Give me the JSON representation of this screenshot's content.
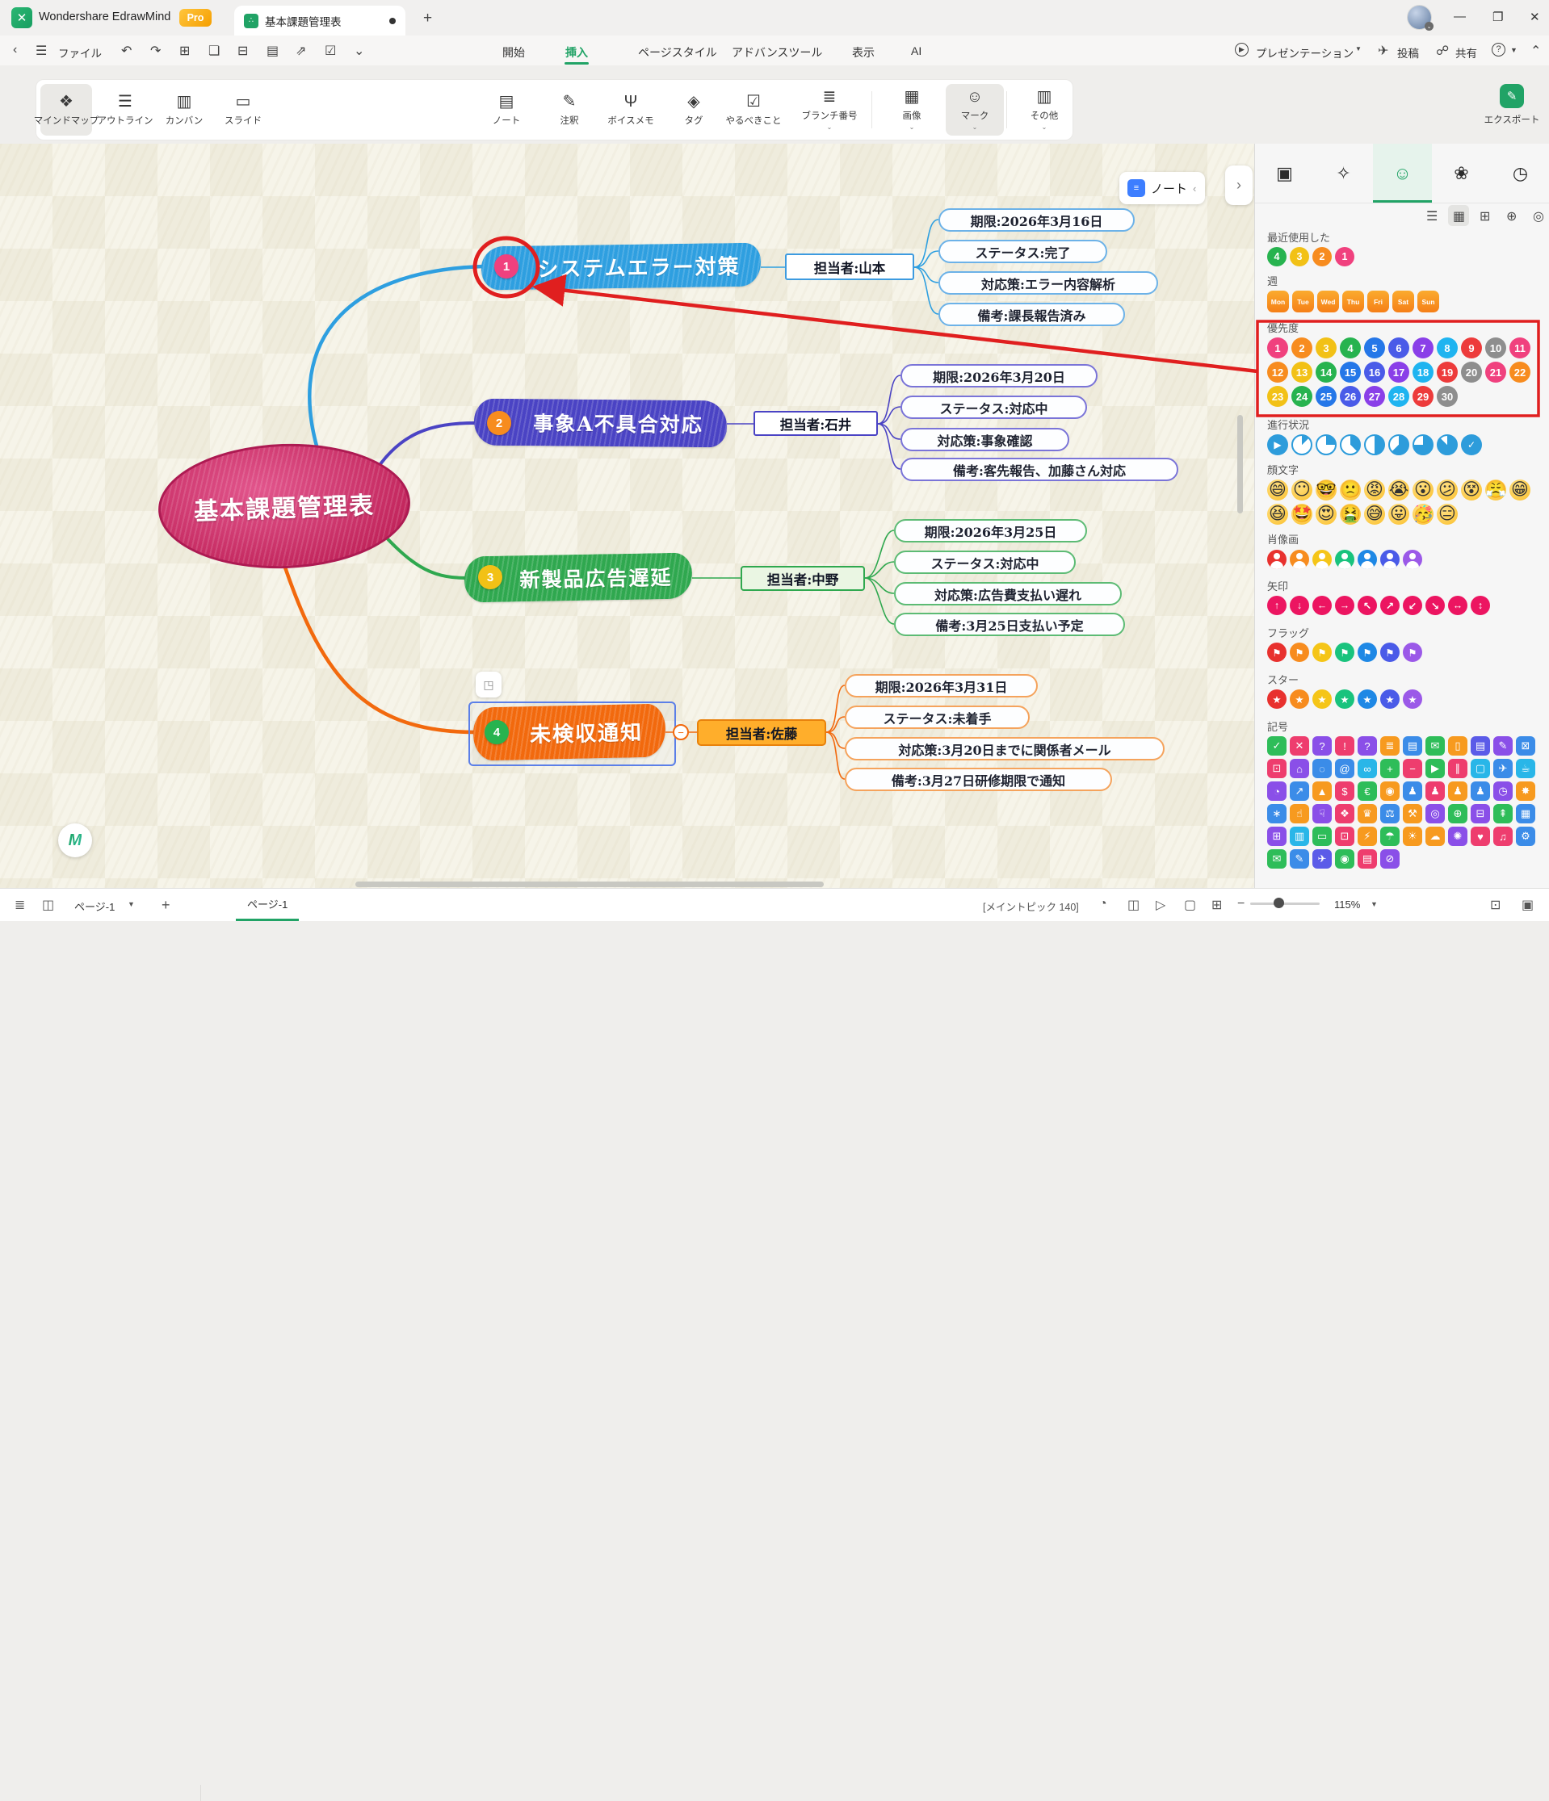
{
  "titlebar": {
    "app_name": "Wondershare EdrawMind",
    "pro_badge": "Pro",
    "doc_tab": "基本課題管理表",
    "new_tab": "+",
    "minimize": "—",
    "maximize": "❐",
    "close": "✕"
  },
  "menubar": {
    "back": "‹",
    "hamburger": "☰",
    "file_label": "ファイル",
    "quick_icons": [
      {
        "name": "undo-icon",
        "glyph": "↶"
      },
      {
        "name": "redo-icon",
        "glyph": "↷"
      },
      {
        "name": "new-icon",
        "glyph": "⊞"
      },
      {
        "name": "open-icon",
        "glyph": "❏"
      },
      {
        "name": "save-icon",
        "glyph": "⊟"
      },
      {
        "name": "print-icon",
        "glyph": "▤"
      },
      {
        "name": "export-icon",
        "glyph": "⇗"
      },
      {
        "name": "import-icon",
        "glyph": "☑"
      },
      {
        "name": "more-icon",
        "glyph": "⌄"
      }
    ],
    "menus": [
      "開始",
      "挿入",
      "ページスタイル",
      "アドバンスツール",
      "表示",
      "AI"
    ],
    "active_menu": "挿入",
    "presentation_label": "プレゼンテーション",
    "post_label": "投稿",
    "share_label": "共有",
    "help_label": "?"
  },
  "toolbar": {
    "modes": [
      {
        "label": "マインドマップ",
        "icon": "❖",
        "active": true
      },
      {
        "label": "アウトライン",
        "icon": "☰",
        "active": false
      },
      {
        "label": "カンバン",
        "icon": "▥",
        "active": false
      },
      {
        "label": "スライド",
        "icon": "▭",
        "active": false
      }
    ],
    "tools": [
      {
        "label": "ノート",
        "icon": "▤",
        "caret": false,
        "active": false
      },
      {
        "label": "注釈",
        "icon": "✎",
        "caret": false,
        "active": false
      },
      {
        "label": "ボイスメモ",
        "icon": "Ψ",
        "caret": false,
        "active": false
      },
      {
        "label": "タグ",
        "icon": "◈",
        "caret": false,
        "active": false
      },
      {
        "label": "やるべきこと",
        "icon": "☑",
        "caret": false,
        "active": false
      },
      {
        "label": "ブランチ番号",
        "icon": "≣",
        "caret": true,
        "active": false
      },
      {
        "label": "画像",
        "icon": "▦",
        "caret": true,
        "active": false
      },
      {
        "label": "マーク",
        "icon": "☺",
        "caret": true,
        "active": true
      },
      {
        "label": "その他",
        "icon": "▥",
        "caret": true,
        "active": false
      }
    ],
    "export_label": "エクスポート"
  },
  "canvas": {
    "note_button": "ノート",
    "expand_chevron": "›",
    "collapse_glyph": "◳",
    "central_topic": "基本課題管理表",
    "branches": [
      {
        "number": "1",
        "badge_color": "#F0417E",
        "topic": "システムエラー対策",
        "color": "#2E9FE0",
        "owner": "担当者:山本",
        "details": [
          "期限:2026年3月16日",
          "ステータス:完了",
          "対応策:エラー内容解析",
          "備考:課長報告済み"
        ]
      },
      {
        "number": "2",
        "badge_color": "#F78C1F",
        "topic": "事象A不具合対応",
        "color": "#4A43C4",
        "owner": "担当者:石井",
        "details": [
          "期限:2026年3月20日",
          "ステータス:対応中",
          "対応策:事象確認",
          "備考:客先報告、加藤さん対応"
        ]
      },
      {
        "number": "3",
        "badge_color": "#F2C116",
        "topic": "新製品広告遅延",
        "color": "#2FA84F",
        "owner": "担当者:中野",
        "details": [
          "期限:2026年3月25日",
          "ステータス:対応中",
          "対応策:広告費支払い遅れ",
          "備考:3月25日支払い予定"
        ]
      },
      {
        "number": "4",
        "badge_color": "#27B34F",
        "topic": "未検収通知",
        "color": "#F2690D",
        "owner": "担当者:佐藤",
        "details": [
          "期限:2026年3月31日",
          "ステータス:未着手",
          "対応策:3月20日までに関係者メール",
          "備考:3月27日研修期限で通知"
        ]
      }
    ]
  },
  "panel": {
    "tabs": [
      {
        "name": "shape-style-tab",
        "glyph": "▣",
        "active": false
      },
      {
        "name": "ai-tab",
        "glyph": "✧",
        "active": false
      },
      {
        "name": "mark-tab",
        "glyph": "☺",
        "active": true
      },
      {
        "name": "sticker-tab",
        "glyph": "❀",
        "active": false
      },
      {
        "name": "history-tab",
        "glyph": "◷",
        "active": false
      }
    ],
    "view_icons": [
      {
        "name": "list-view-icon",
        "glyph": "☰",
        "chip": false
      },
      {
        "name": "grid-view-icon",
        "glyph": "▦",
        "chip": true
      },
      {
        "name": "add-group-icon",
        "glyph": "⊞",
        "chip": false
      },
      {
        "name": "add-mark-icon",
        "glyph": "⊕",
        "chip": false
      },
      {
        "name": "manage-marks-icon",
        "glyph": "◎",
        "chip": false
      }
    ],
    "recent": {
      "label": "最近使用した",
      "items": [
        {
          "n": "4",
          "c": "#27B34F"
        },
        {
          "n": "3",
          "c": "#F2C116"
        },
        {
          "n": "2",
          "c": "#F78C1F"
        },
        {
          "n": "1",
          "c": "#F0417E"
        }
      ]
    },
    "week": {
      "label": "週",
      "days": [
        "Mon",
        "Tue",
        "Wed",
        "Thu",
        "Fri",
        "Sat",
        "Sun"
      ]
    },
    "priority": {
      "label": "優先度",
      "items": [
        {
          "n": "1",
          "c": "#F0417E"
        },
        {
          "n": "2",
          "c": "#F78C1F"
        },
        {
          "n": "3",
          "c": "#F2C116"
        },
        {
          "n": "4",
          "c": "#27B34F"
        },
        {
          "n": "5",
          "c": "#2577E8"
        },
        {
          "n": "6",
          "c": "#4A5BE8"
        },
        {
          "n": "7",
          "c": "#8A3FE8"
        },
        {
          "n": "8",
          "c": "#1FB4F0"
        },
        {
          "n": "9",
          "c": "#ED3B3B"
        },
        {
          "n": "10",
          "c": "#8E8E8E"
        },
        {
          "n": "11",
          "c": "#F0417E"
        },
        {
          "n": "12",
          "c": "#F78C1F"
        },
        {
          "n": "13",
          "c": "#F2C116"
        },
        {
          "n": "14",
          "c": "#27B34F"
        },
        {
          "n": "15",
          "c": "#2577E8"
        },
        {
          "n": "16",
          "c": "#4A5BE8"
        },
        {
          "n": "17",
          "c": "#8A3FE8"
        },
        {
          "n": "18",
          "c": "#1FB4F0"
        },
        {
          "n": "19",
          "c": "#ED3B3B"
        },
        {
          "n": "20",
          "c": "#8E8E8E"
        },
        {
          "n": "21",
          "c": "#F0417E"
        },
        {
          "n": "22",
          "c": "#F78C1F"
        },
        {
          "n": "23",
          "c": "#F2C116"
        },
        {
          "n": "24",
          "c": "#27B34F"
        },
        {
          "n": "25",
          "c": "#2577E8"
        },
        {
          "n": "26",
          "c": "#4A5BE8"
        },
        {
          "n": "27",
          "c": "#8A3FE8"
        },
        {
          "n": "28",
          "c": "#1FB4F0"
        },
        {
          "n": "29",
          "c": "#ED3B3B"
        },
        {
          "n": "30",
          "c": "#8E8E8E"
        }
      ]
    },
    "progress": {
      "label": "進行状況",
      "color": "#2D9CDB",
      "items": [
        {
          "t": "play"
        },
        {
          "t": "pie",
          "f": 0.125
        },
        {
          "t": "pie",
          "f": 0.25
        },
        {
          "t": "pie",
          "f": 0.375
        },
        {
          "t": "pie",
          "f": 0.5
        },
        {
          "t": "pie",
          "f": 0.625
        },
        {
          "t": "pie",
          "f": 0.75
        },
        {
          "t": "pie",
          "f": 0.875
        },
        {
          "t": "check"
        }
      ]
    },
    "emoticons": {
      "label": "顔文字",
      "items": [
        "😄",
        "😶",
        "🤓",
        "🙁",
        "😡",
        "😭",
        "😮",
        "😕",
        "😵",
        "😤",
        "😁",
        "😆",
        "🤩",
        "😍",
        "🤮",
        "😅",
        "😛",
        "🥳",
        "😑"
      ]
    },
    "portraits": {
      "label": "肖像画",
      "colors": [
        "#E8312E",
        "#F78C1F",
        "#F5C518",
        "#19C37D",
        "#1E88E5",
        "#4A5BE8",
        "#9B59E8"
      ]
    },
    "arrows": {
      "label": "矢印",
      "color": "#EC1561",
      "glyphs": [
        "↑",
        "↓",
        "←",
        "→",
        "↖",
        "↗",
        "↙",
        "↘",
        "↔",
        "↕"
      ]
    },
    "flags": {
      "label": "フラッグ",
      "glyph": "⚑",
      "colors": [
        "#E8312E",
        "#F78C1F",
        "#F5C518",
        "#19C37D",
        "#1E88E5",
        "#4A5BE8",
        "#9B59E8"
      ]
    },
    "stars": {
      "label": "スター",
      "glyph": "★",
      "colors": [
        "#E8312E",
        "#F78C1F",
        "#F5C518",
        "#19C37D",
        "#1E88E5",
        "#4A5BE8",
        "#9B59E8"
      ]
    },
    "symbols": {
      "label": "記号",
      "items": [
        {
          "g": "✓",
          "c": "#2EBD59",
          "n": "check"
        },
        {
          "g": "✕",
          "c": "#EE3D6E",
          "n": "cross"
        },
        {
          "g": "?",
          "c": "#8A4FE8",
          "n": "question"
        },
        {
          "g": "!",
          "c": "#EE3D6E",
          "n": "exclamation"
        },
        {
          "g": "?",
          "c": "#8A4FE8",
          "n": "bulb"
        },
        {
          "g": "≣",
          "c": "#F79A1F",
          "n": "layers"
        },
        {
          "g": "▤",
          "c": "#3B8CE8",
          "n": "document"
        },
        {
          "g": "✉",
          "c": "#2EBD59",
          "n": "mail"
        },
        {
          "g": "▯",
          "c": "#F79A1F",
          "n": "door"
        },
        {
          "g": "▤",
          "c": "#5B5BE8",
          "n": "note"
        },
        {
          "g": "✎",
          "c": "#8A4FE8",
          "n": "pen"
        },
        {
          "g": "⊠",
          "c": "#3B8CE8",
          "n": "lock"
        },
        {
          "g": "⊡",
          "c": "#EE3D6E",
          "n": "unlock"
        },
        {
          "g": "⌂",
          "c": "#8A4FE8",
          "n": "home"
        },
        {
          "g": "◌",
          "c": "#3B8CE8",
          "n": "search"
        },
        {
          "g": "@",
          "c": "#3B8CE8",
          "n": "at"
        },
        {
          "g": "∞",
          "c": "#29B6E8",
          "n": "link"
        },
        {
          "g": "+",
          "c": "#2EBD59",
          "n": "plus"
        },
        {
          "g": "−",
          "c": "#EE3D6E",
          "n": "minus"
        },
        {
          "g": "▶",
          "c": "#2EBD59",
          "n": "play"
        },
        {
          "g": "∥",
          "c": "#EE3D6E",
          "n": "pause"
        },
        {
          "g": "▢",
          "c": "#29B6E8",
          "n": "frame"
        },
        {
          "g": "✈",
          "c": "#3B8CE8",
          "n": "plane"
        },
        {
          "g": "☕",
          "c": "#29B6E8",
          "n": "coffee"
        },
        {
          "g": "◔",
          "c": "#8A4FE8",
          "n": "pie-chart"
        },
        {
          "g": "↗",
          "c": "#3B8CE8",
          "n": "line-chart"
        },
        {
          "g": "▲",
          "c": "#F79A1F",
          "n": "area-chart"
        },
        {
          "g": "$",
          "c": "#EE3D6E",
          "n": "dollar"
        },
        {
          "g": "€",
          "c": "#2EBD59",
          "n": "euro"
        },
        {
          "g": "◉",
          "c": "#F79A1F",
          "n": "coin"
        },
        {
          "g": "♟",
          "c": "#3B8CE8",
          "n": "user"
        },
        {
          "g": "♟",
          "c": "#EE3D6E",
          "n": "user"
        },
        {
          "g": "♟",
          "c": "#F79A1F",
          "n": "user"
        },
        {
          "g": "♟",
          "c": "#3B8CE8",
          "n": "user"
        },
        {
          "g": "◷",
          "c": "#8A4FE8",
          "n": "alarm"
        },
        {
          "g": "✸",
          "c": "#F79A1F",
          "n": "bomb"
        },
        {
          "g": "∗",
          "c": "#3B8CE8",
          "n": "handshake"
        },
        {
          "g": "☝",
          "c": "#F79A1F",
          "n": "thumbs-up"
        },
        {
          "g": "☟",
          "c": "#8A4FE8",
          "n": "thumbs-down"
        },
        {
          "g": "❖",
          "c": "#EE3D6E",
          "n": "badge"
        },
        {
          "g": "♛",
          "c": "#F79A1F",
          "n": "trophy"
        },
        {
          "g": "⚖",
          "c": "#3B8CE8",
          "n": "scales"
        },
        {
          "g": "⚒",
          "c": "#F79A1F",
          "n": "gavel"
        },
        {
          "g": "◎",
          "c": "#8A4FE8",
          "n": "target"
        },
        {
          "g": "⊕",
          "c": "#2EBD59",
          "n": "globe"
        },
        {
          "g": "⊟",
          "c": "#8A4FE8",
          "n": "cart"
        },
        {
          "g": "⇞",
          "c": "#2EBD59",
          "n": "rocket"
        },
        {
          "g": "▦",
          "c": "#3B8CE8",
          "n": "calendar"
        },
        {
          "g": "⊞",
          "c": "#8A4FE8",
          "n": "grid"
        },
        {
          "g": "▥",
          "c": "#29B6E8",
          "n": "bar-chart"
        },
        {
          "g": "▭",
          "c": "#2EBD59",
          "n": "battery"
        },
        {
          "g": "⊡",
          "c": "#EE3D6E",
          "n": "gift"
        },
        {
          "g": "⚡",
          "c": "#F79A1F",
          "n": "lightning"
        },
        {
          "g": "☂",
          "c": "#2EBD59",
          "n": "rain"
        },
        {
          "g": "☀",
          "c": "#F79A1F",
          "n": "sun"
        },
        {
          "g": "☁",
          "c": "#F79A1F",
          "n": "cloud"
        },
        {
          "g": "✺",
          "c": "#8A4FE8",
          "n": "swirl"
        },
        {
          "g": "♥",
          "c": "#EE3D6E",
          "n": "heart"
        },
        {
          "g": "♫",
          "c": "#EE3D6E",
          "n": "music"
        },
        {
          "g": "⚙",
          "c": "#3B8CE8",
          "n": "gear"
        },
        {
          "g": "✉",
          "c": "#2EBD59",
          "n": "mail"
        },
        {
          "g": "✎",
          "c": "#3B8CE8",
          "n": "edit"
        },
        {
          "g": "✈",
          "c": "#5B5BE8",
          "n": "plane"
        },
        {
          "g": "◉",
          "c": "#2EBD59",
          "n": "disc"
        },
        {
          "g": "▤",
          "c": "#EE3D6E",
          "n": "card"
        },
        {
          "g": "⊘",
          "c": "#8A4FE8",
          "n": "ban"
        }
      ]
    }
  },
  "statusbar": {
    "page_selector": "ページ-1",
    "add_page": "+",
    "page_tab": "ページ-1",
    "status_text": "[メイントピック 140]",
    "zoom_level": "115%"
  }
}
